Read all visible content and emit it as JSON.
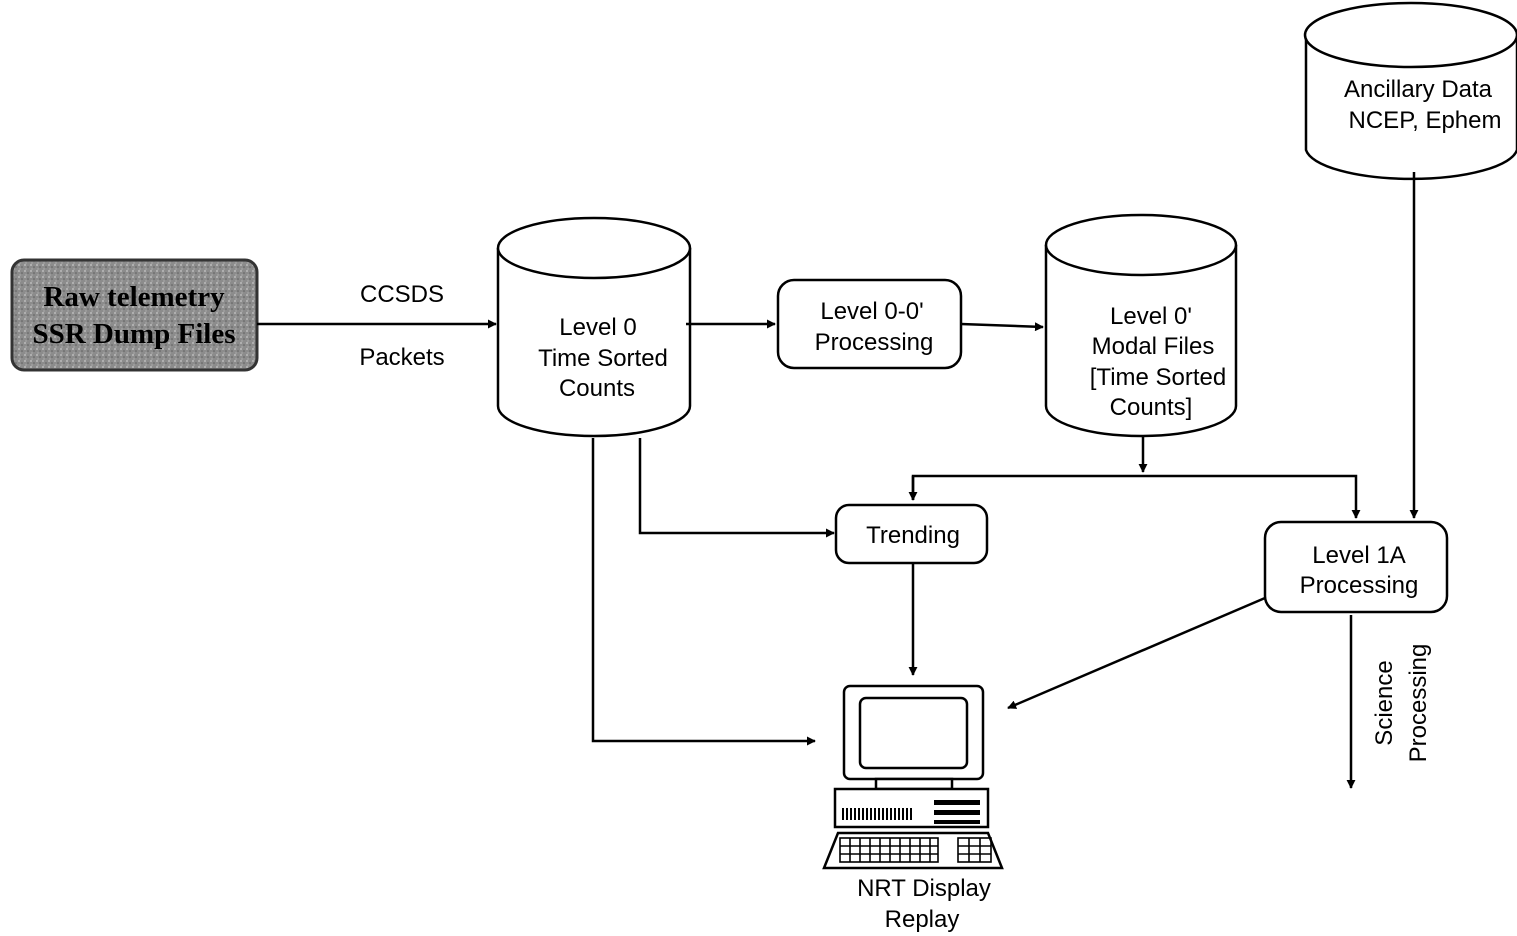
{
  "nodes": {
    "raw_telemetry": {
      "lines": [
        "Raw telemetry",
        "SSR Dump Files"
      ]
    },
    "level0": {
      "lines": [
        "Level 0",
        "Time Sorted",
        "Counts"
      ]
    },
    "level00_processing": {
      "lines": [
        "Level 0-0'",
        "Processing"
      ]
    },
    "level0prime": {
      "lines": [
        "Level 0'",
        "Modal Files",
        "[Time Sorted",
        "Counts]"
      ]
    },
    "ancillary": {
      "lines": [
        "Ancillary Data",
        "NCEP, Ephem"
      ]
    },
    "trending": {
      "label": "Trending"
    },
    "level1a_processing": {
      "lines": [
        "Level 1A",
        "Processing"
      ]
    },
    "nrt_display": {
      "lines": [
        "NRT Display",
        "Replay"
      ]
    }
  },
  "edges": {
    "ccsds_label": "CCSDS",
    "packets_label": "Packets",
    "science_label": [
      "Science",
      "Processing"
    ]
  },
  "colors": {
    "line": "#000000",
    "raw_box_fill": "#8a8a8a"
  }
}
